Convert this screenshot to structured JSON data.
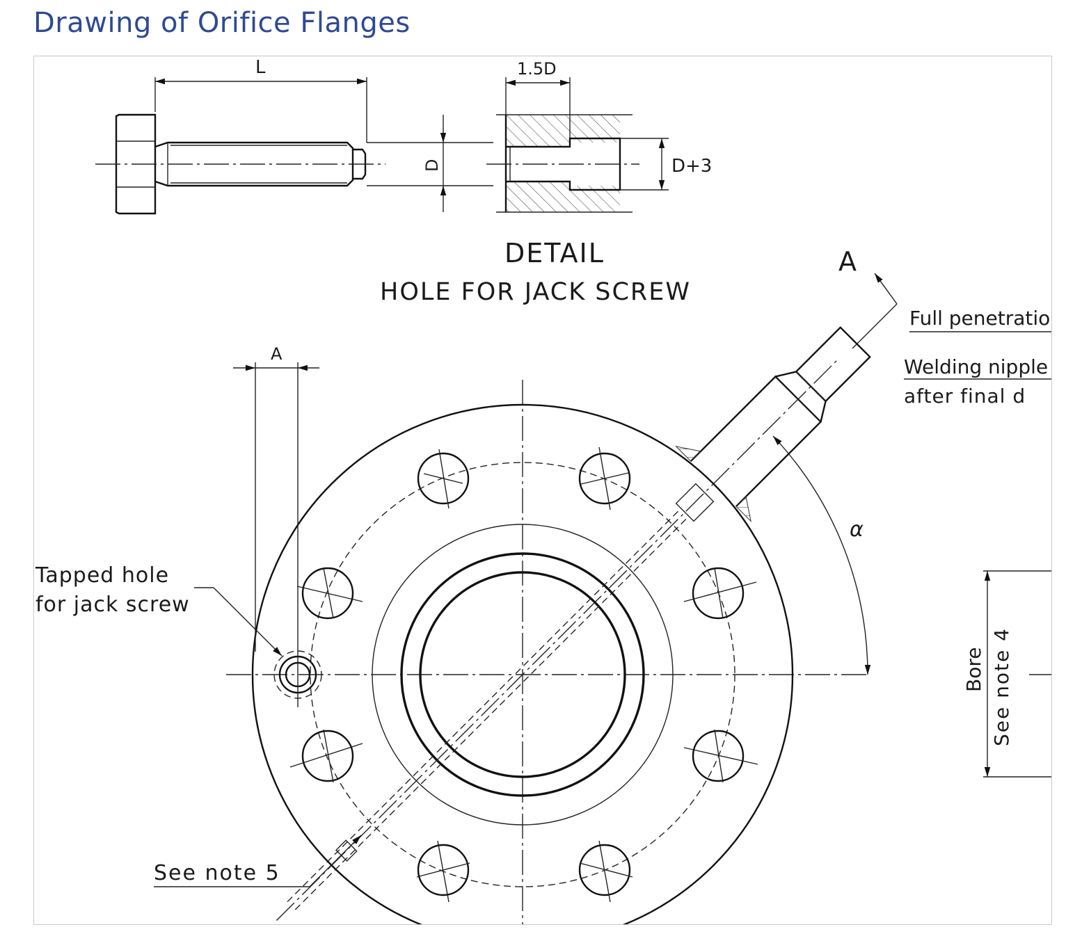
{
  "page": {
    "title": "Drawing of Orifice Flanges",
    "accent_color": "#2e4a94"
  },
  "drawing": {
    "dimensions": {
      "bolt_length": "L",
      "bolt_diameter": "D",
      "counterbore_depth": "1.5D",
      "counterbore_diameter": "D+3",
      "hole_offset": "A",
      "angle": "α"
    },
    "detail": {
      "title": "DETAIL",
      "subtitle": "HOLE FOR JACK SCREW"
    },
    "section_marker": "A",
    "notes": {
      "weld_line1": "Full penetratio",
      "weld_line2": "Welding nipple",
      "weld_line3": "after final d",
      "tapped_line1": "Tapped hole",
      "tapped_line2": "for jack screw",
      "see_note_5": "See note 5",
      "bore": "Bore",
      "see_note_4": "See note 4"
    }
  }
}
